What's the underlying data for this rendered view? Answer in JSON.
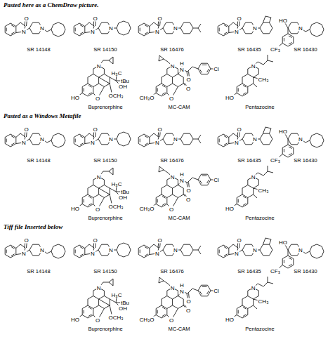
{
  "diagram": {
    "labels": [
      "Pasted here as a ChemDraw picture.",
      "O",
      "N",
      "N",
      "SR 14148",
      "O",
      "N",
      "N",
      "SR 14150",
      "O",
      "N",
      "N",
      "SR 16476",
      "O",
      "N",
      "N",
      "SR 16435",
      "HO",
      "N",
      "CF₃",
      "SR 16430",
      "N",
      "HO",
      "O",
      "H₃C",
      "tBu",
      "OH",
      "OCH₃",
      "Buprenorphine",
      "N",
      "CH₃O",
      "O",
      "N",
      "H",
      "O",
      "O",
      "Cl",
      "MC-CAM",
      "N",
      "HO",
      "CH₃",
      "Pentazocine",
      "Pasted as a Windows Metafile",
      "O",
      "N",
      "N",
      "SR 14148",
      "O",
      "N",
      "N",
      "SR 14150",
      "O",
      "N",
      "N",
      "SR 16476",
      "O",
      "N",
      "N",
      "SR 16435",
      "HO",
      "N",
      "CF₃",
      "SR 16430",
      "N",
      "HO",
      "O",
      "H₃C",
      "tBu",
      "OH",
      "OCH₃",
      "Buprenorphine",
      "N",
      "CH₃O",
      "O",
      "N",
      "H",
      "O",
      "O",
      "Cl",
      "MC-CAM",
      "N",
      "HO",
      "CH₃",
      "Pentazocine",
      "Tiff file Inserted below",
      "O",
      "N",
      "N",
      "SR 14148",
      "O",
      "N",
      "N",
      "SR 14150",
      "O",
      "N",
      "N",
      "SR 16476",
      "O",
      "N",
      "N",
      "SR 16435",
      "HO",
      "N",
      "CF₃",
      "SR 16430",
      "N",
      "HO",
      "O",
      "H₃C",
      "tBu",
      "OH",
      "OCH₃",
      "Buprenorphine",
      "N",
      "CH₃O",
      "O",
      "N",
      "H",
      "O",
      "O",
      "Cl",
      "MC-CAM",
      "N",
      "HO",
      "CH₃",
      "Pentazocine"
    ]
  }
}
